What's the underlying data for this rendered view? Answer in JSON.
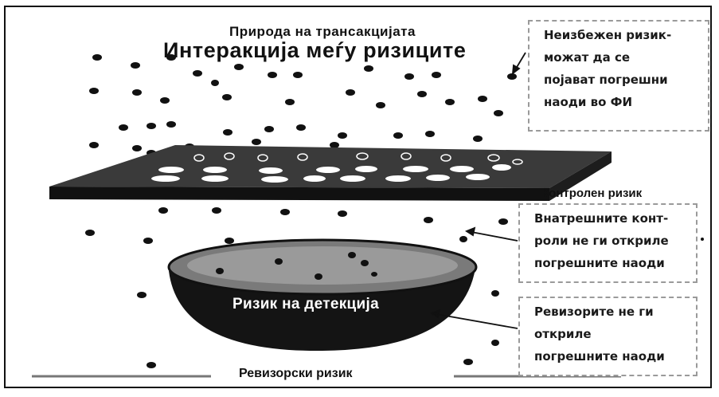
{
  "diagram": {
    "title_line1": "Природа на трансакцијата",
    "title_line2": "Интеракција меѓу ризиците",
    "control_risk_label": "Контролен ризик",
    "detection_risk_label": "Ризик на детекција",
    "audit_risk_label": "Ревизорски ризик"
  },
  "callouts": {
    "inherent": [
      "Неизбежен ризик-",
      "можат да се",
      "појават погрешни",
      "наоди во ФИ"
    ],
    "control": [
      "Внатрешните конт-",
      "роли не ги открилe",
      "погрешните наоди"
    ],
    "detection": [
      "Ревизорите не ги",
      "открилe",
      "погрешните наоди"
    ]
  }
}
